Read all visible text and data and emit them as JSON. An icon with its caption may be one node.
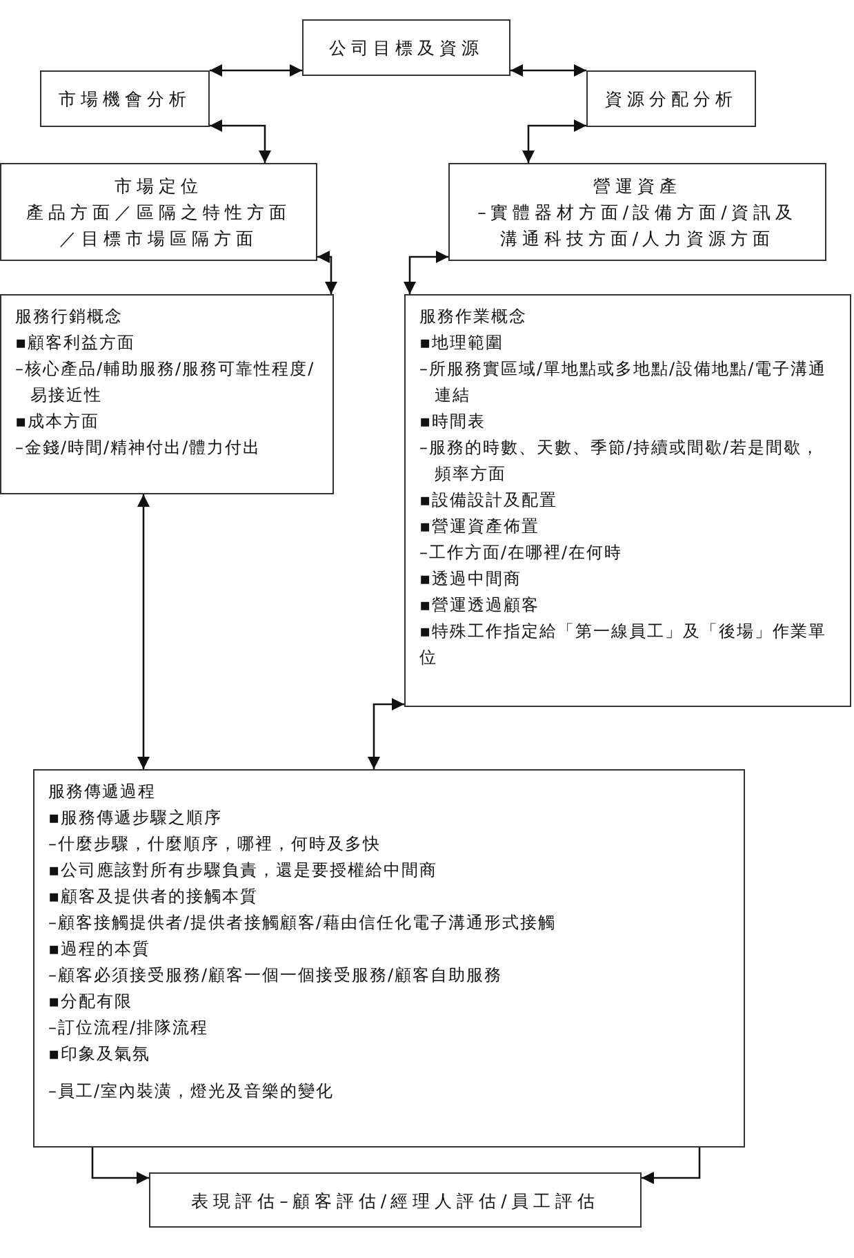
{
  "diagram": {
    "nodes": [
      {
        "text": [
          "公司目標及資源"
        ]
      },
      {
        "text": [
          "市場機會分析"
        ]
      },
      {
        "text": [
          "資源分配分析"
        ]
      },
      {
        "text": [
          "市場定位",
          "產品方面／區隔之特性方面／目標市場區隔方面"
        ]
      },
      {
        "text": [
          "營運資產",
          "–實體器材方面/設備方面/資訊及溝通科技方面/人力資源方面"
        ]
      },
      {
        "text": [
          "服務行銷概念",
          "▪顧客利益方面",
          "–核心產品/輔助服務/服務可靠性程度/易接近性",
          "▪成本方面",
          "–金錢/時間/精神付出/體力付出"
        ]
      },
      {
        "text": [
          "服務作業概念",
          "▪地理範圍",
          "–所服務實區域/單地點或多地點/設備地點/電子溝通連結",
          "▪時間表",
          "–服務的時數、天數、季節/持續或間歇/若是間歇，頻率方面",
          "▪設備設計及配置",
          "▪營運資產佈置",
          "–工作方面/在哪裡/在何時",
          "▪透過中間商",
          "▪營運透過顧客",
          "▪特殊工作指定給「第一線員工」及「後場」作業單位"
        ]
      },
      {
        "text": [
          "服務傳遞過程",
          "▪服務傳遞步驟之順序",
          "–什麼步驟，什麼順序，哪裡，何時及多快",
          "▪公司應該對所有步驟負責，還是要授權給中間商",
          "▪顧客及提供者的接觸本質",
          "–顧客接觸提供者/提供者接觸顧客/藉由信任化電子溝通形式接觸",
          "▪過程的本質",
          "–顧客必須接受服務/顧客一個一個接受服務/顧客自助服務",
          "▪分配有限",
          "–訂位流程/排隊流程",
          "▪印象及氣氛",
          "–員工/室內裝潢，燈光及音樂的變化"
        ]
      },
      {
        "text": [
          "表現評估–顧客評估/經理人評估/員工評估"
        ]
      }
    ],
    "edges": [
      {
        "from": 0,
        "to": 1,
        "arrow": "both"
      },
      {
        "from": 0,
        "to": 2,
        "arrow": "both"
      },
      {
        "from": 1,
        "to": 3,
        "arrow": "both"
      },
      {
        "from": 2,
        "to": 4,
        "arrow": "both"
      },
      {
        "from": 3,
        "to": 5,
        "arrow": "both"
      },
      {
        "from": 4,
        "to": 6,
        "arrow": "both"
      },
      {
        "from": 5,
        "to": 7,
        "arrow": "both"
      },
      {
        "from": 6,
        "to": 7,
        "arrow": "both"
      },
      {
        "from": 7,
        "to": 8,
        "arrow": "to"
      },
      {
        "from": 7,
        "to": 8,
        "arrow": "to"
      }
    ]
  }
}
